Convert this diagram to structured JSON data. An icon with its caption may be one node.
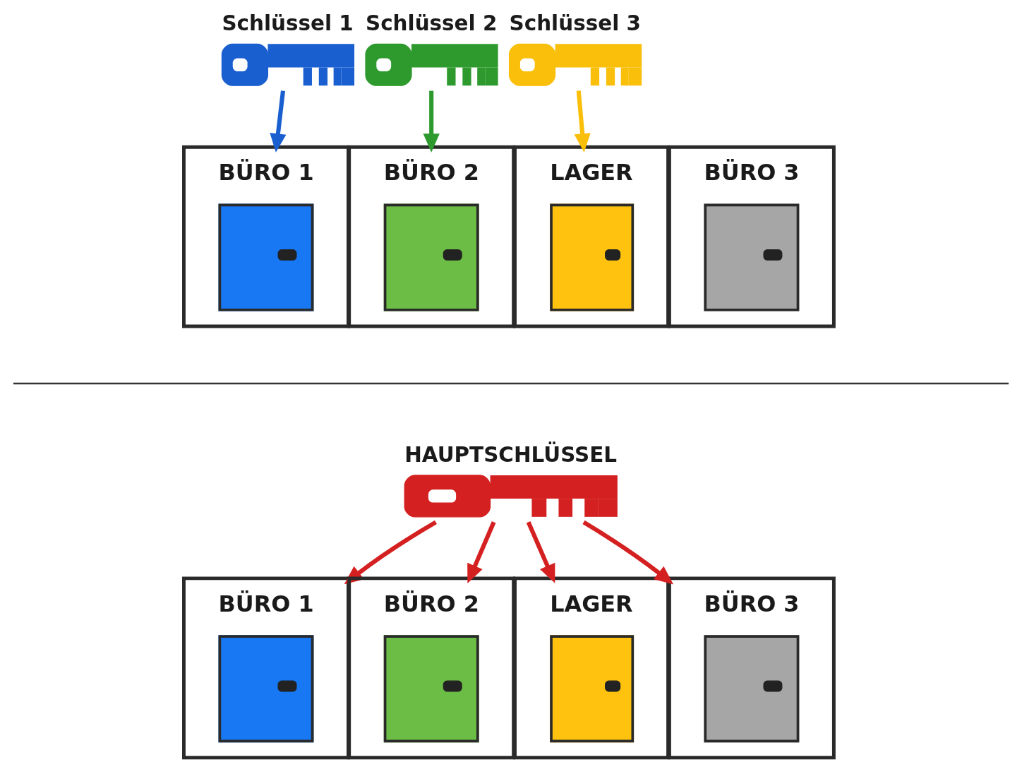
{
  "diagram": {
    "nodes": [
      {
        "text": [
          "Schlüssel 1"
        ]
      },
      {
        "text": [
          "Schlüssel 2"
        ]
      },
      {
        "text": [
          "Schlüssel 3"
        ]
      },
      {
        "text": [
          "BÜRO 1"
        ]
      },
      {
        "text": [
          "BÜRO 2"
        ]
      },
      {
        "text": [
          "LAGER"
        ]
      },
      {
        "text": [
          "BÜRO 3"
        ]
      },
      {
        "text": [
          "HAUPTSCHLÜSSEL"
        ]
      },
      {
        "text": [
          "BÜRO 1"
        ]
      },
      {
        "text": [
          "BÜRO 2"
        ]
      },
      {
        "text": [
          "LAGER"
        ]
      },
      {
        "text": [
          "BÜRO 3"
        ]
      }
    ],
    "edges": [
      {
        "from": 0,
        "to": 3,
        "arrow": "to",
        "color": "#1a5fd0"
      },
      {
        "from": 1,
        "to": 4,
        "arrow": "to",
        "color": "#2e9a2e"
      },
      {
        "from": 2,
        "to": 5,
        "arrow": "to",
        "color": "#f9bf0a"
      },
      {
        "from": 7,
        "to": 8,
        "arrow": "to"
      },
      {
        "from": 7,
        "to": 9,
        "arrow": "to"
      },
      {
        "from": 7,
        "to": 10,
        "arrow": "to"
      },
      {
        "from": 7,
        "to": 11,
        "arrow": "to"
      }
    ]
  }
}
